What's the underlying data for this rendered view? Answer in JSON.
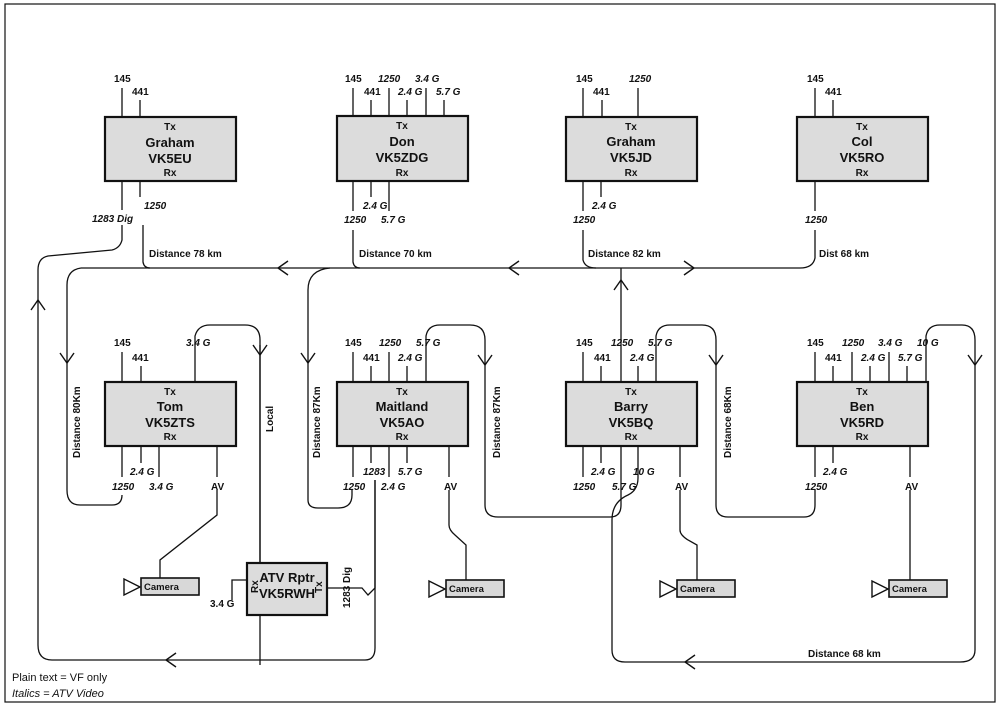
{
  "stations": [
    {
      "id": "vk5eu",
      "name": "Graham",
      "call": "VK5EU",
      "tx": "Tx",
      "rx": "Rx",
      "tx_labels": [
        {
          "t": "145",
          "it": false
        },
        {
          "t": "441",
          "it": false
        }
      ],
      "rx_labels": [
        {
          "t": "1283 Dig",
          "it": true
        },
        {
          "t": "1250",
          "it": true
        }
      ]
    },
    {
      "id": "vk5zdg",
      "name": "Don",
      "call": "VK5ZDG",
      "tx": "Tx",
      "rx": "Rx",
      "tx_labels": [
        {
          "t": "145",
          "it": false
        },
        {
          "t": "441",
          "it": false
        },
        {
          "t": "1250",
          "it": true
        },
        {
          "t": "2.4 G",
          "it": true
        },
        {
          "t": "3.4 G",
          "it": true
        },
        {
          "t": "5.7 G",
          "it": true
        }
      ],
      "rx_labels": [
        {
          "t": "1250",
          "it": true
        },
        {
          "t": "2.4 G",
          "it": true
        },
        {
          "t": "5.7 G",
          "it": true
        }
      ]
    },
    {
      "id": "vk5jd",
      "name": "Graham",
      "call": "VK5JD",
      "tx": "Tx",
      "rx": "Rx",
      "tx_labels": [
        {
          "t": "145",
          "it": false
        },
        {
          "t": "441",
          "it": false
        },
        {
          "t": "1250",
          "it": true
        }
      ],
      "rx_labels": [
        {
          "t": "1250",
          "it": true
        },
        {
          "t": "2.4 G",
          "it": true
        }
      ]
    },
    {
      "id": "vk5ro",
      "name": "Col",
      "call": "VK5RO",
      "tx": "Tx",
      "rx": "Rx",
      "tx_labels": [
        {
          "t": "145",
          "it": false
        },
        {
          "t": "441",
          "it": false
        }
      ],
      "rx_labels": [
        {
          "t": "1250",
          "it": true
        }
      ]
    },
    {
      "id": "vk5zts",
      "name": "Tom",
      "call": "VK5ZTS",
      "tx": "Tx",
      "rx": "Rx",
      "tx_labels": [
        {
          "t": "145",
          "it": false
        },
        {
          "t": "441",
          "it": false
        },
        {
          "t": "3.4 G",
          "it": true
        }
      ],
      "rx_labels": [
        {
          "t": "1250",
          "it": true
        },
        {
          "t": "2.4 G",
          "it": true
        },
        {
          "t": "3.4 G",
          "it": true
        },
        {
          "t": "AV",
          "it": false
        }
      ]
    },
    {
      "id": "vk5ao",
      "name": "Maitland",
      "call": "VK5AO",
      "tx": "Tx",
      "rx": "Rx",
      "tx_labels": [
        {
          "t": "145",
          "it": false
        },
        {
          "t": "441",
          "it": false
        },
        {
          "t": "1250",
          "it": true
        },
        {
          "t": "2.4 G",
          "it": true
        },
        {
          "t": "5.7 G",
          "it": true
        }
      ],
      "rx_labels": [
        {
          "t": "1250",
          "it": true
        },
        {
          "t": "1283",
          "it": true
        },
        {
          "t": "2.4 G",
          "it": true
        },
        {
          "t": "5.7 G",
          "it": true
        },
        {
          "t": "AV",
          "it": false
        }
      ]
    },
    {
      "id": "vk5bq",
      "name": "Barry",
      "call": "VK5BQ",
      "tx": "Tx",
      "rx": "Rx",
      "tx_labels": [
        {
          "t": "145",
          "it": false
        },
        {
          "t": "441",
          "it": false
        },
        {
          "t": "1250",
          "it": true
        },
        {
          "t": "2.4 G",
          "it": true
        },
        {
          "t": "5.7 G",
          "it": true
        }
      ],
      "rx_labels": [
        {
          "t": "1250",
          "it": true
        },
        {
          "t": "2.4 G",
          "it": true
        },
        {
          "t": "5.7 G",
          "it": true
        },
        {
          "t": "10 G",
          "it": true
        },
        {
          "t": "AV",
          "it": false
        }
      ]
    },
    {
      "id": "vk5rd",
      "name": "Ben",
      "call": "VK5RD",
      "tx": "Tx",
      "rx": "Rx",
      "tx_labels": [
        {
          "t": "145",
          "it": false
        },
        {
          "t": "441",
          "it": false
        },
        {
          "t": "1250",
          "it": true
        },
        {
          "t": "2.4 G",
          "it": true
        },
        {
          "t": "3.4 G",
          "it": true
        },
        {
          "t": "5.7 G",
          "it": true
        },
        {
          "t": "10 G",
          "it": true
        }
      ],
      "rx_labels": [
        {
          "t": "1250",
          "it": true
        },
        {
          "t": "2.4 G",
          "it": true
        },
        {
          "t": "AV",
          "it": false
        }
      ]
    }
  ],
  "repeater": {
    "name": "ATV Rptr",
    "call": "VK5RWH",
    "rx": "Rx",
    "tx": "Tx",
    "in_label": "3.4 G",
    "out_label": "1283 Dig"
  },
  "cameras": [
    "Camera",
    "Camera",
    "Camera",
    "Camera"
  ],
  "links": [
    {
      "label": "Distance 78 km"
    },
    {
      "label": "Distance 70 km"
    },
    {
      "label": "Distance 82 km"
    },
    {
      "label": "Dist 68 km"
    },
    {
      "label": "Distance 80Km"
    },
    {
      "label": "Local"
    },
    {
      "label": "Distance 87Km"
    },
    {
      "label": "Distance 87Km"
    },
    {
      "label": "Distance 68Km"
    },
    {
      "label": "Distance 68 km"
    }
  ],
  "legend": {
    "line1": "Plain text = VF only",
    "line2": "Italics = ATV Video"
  }
}
